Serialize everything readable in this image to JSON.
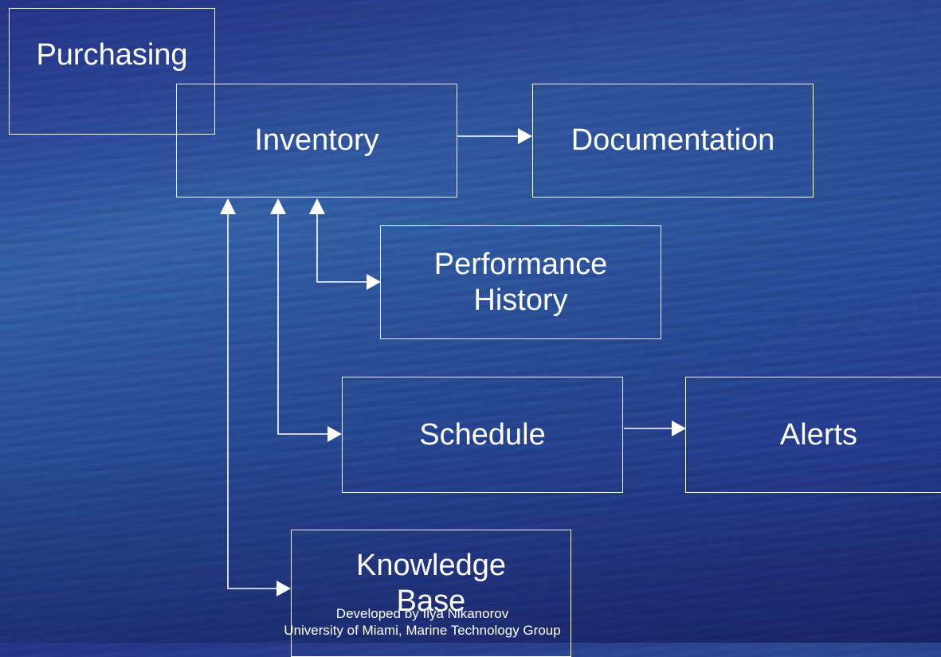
{
  "nodes": {
    "purchasing": "Purchasing",
    "inventory": "Inventory",
    "documentation": "Documentation",
    "performance_history": "Performance\nHistory",
    "schedule": "Schedule",
    "alerts": "Alerts",
    "knowledge_base": "Knowledge\nBase"
  },
  "footer": {
    "line1": "Developed by Ilya Nikanorov",
    "line2": "University of Miami, Marine Technology Group"
  },
  "colors": {
    "line": "#ffffff",
    "text": "#ffffff"
  }
}
